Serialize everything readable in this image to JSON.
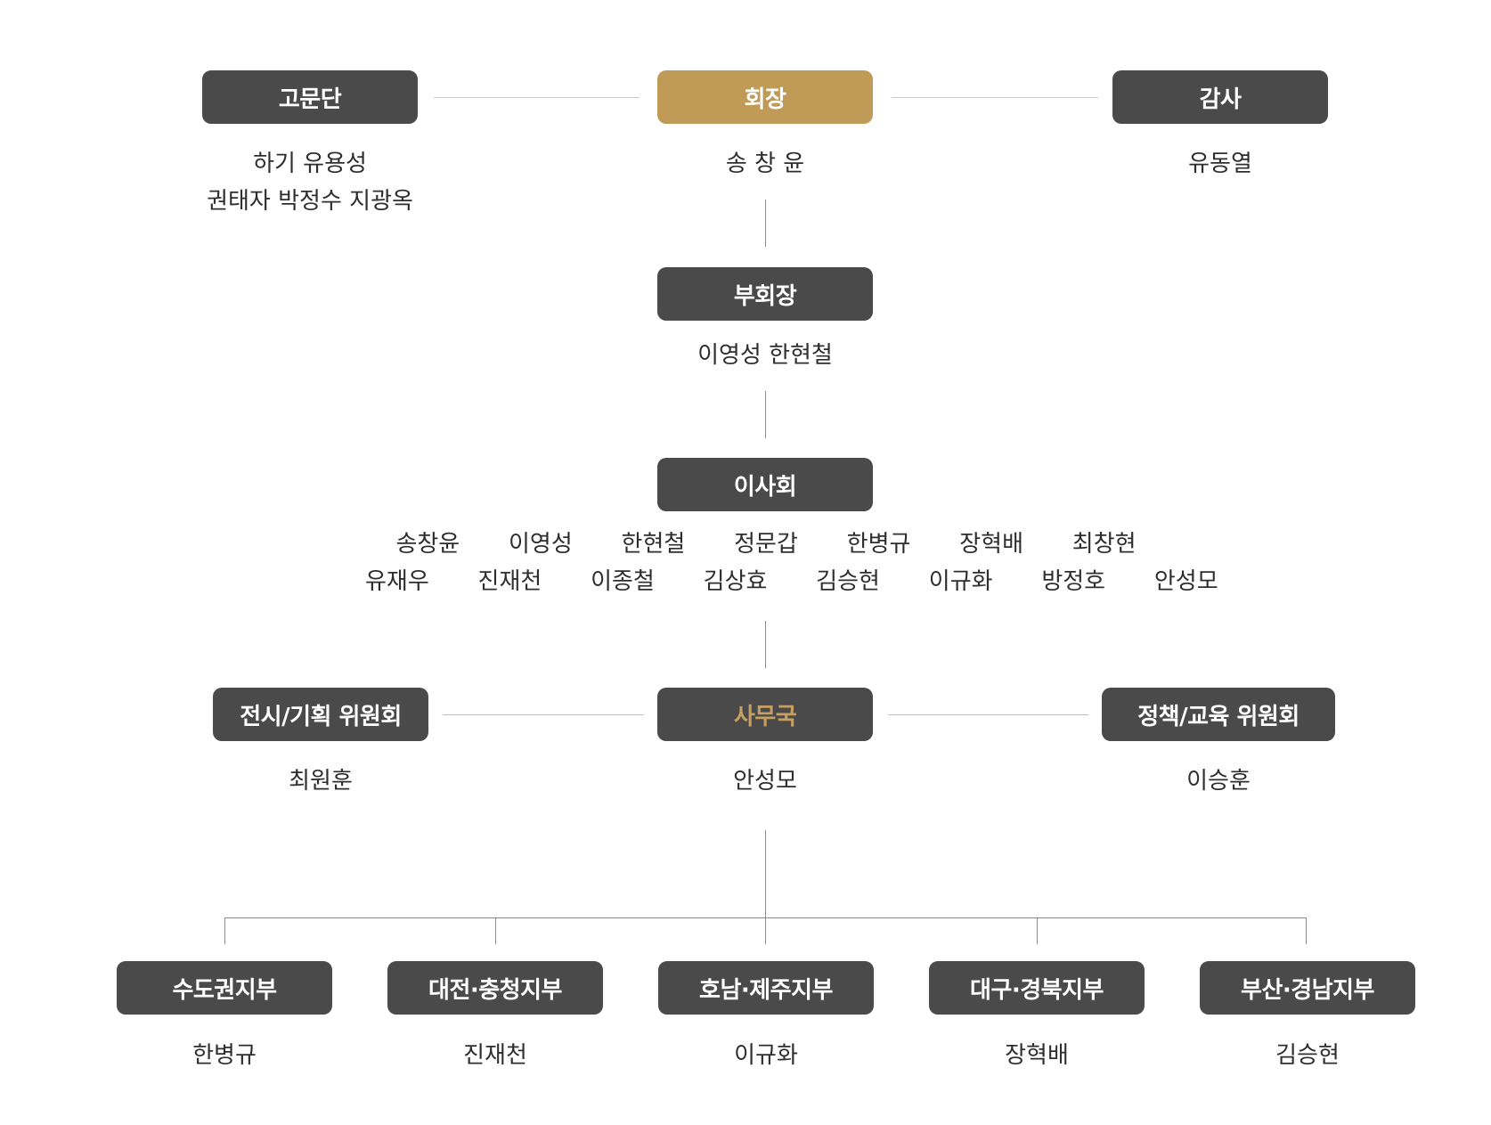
{
  "advisors": {
    "label": "고문단",
    "names_line1": "하기 유용성",
    "names_line2": "권태자 박정수 지광옥"
  },
  "president": {
    "label": "회장",
    "name": "송 창 윤"
  },
  "auditor": {
    "label": "감사",
    "name": "유동열"
  },
  "vice_president": {
    "label": "부회장",
    "names": "이영성 한현철"
  },
  "board": {
    "label": "이사회",
    "names_line1": "송창윤   이영성   한현철   정문갑   한병규   장혁배   최창현",
    "names_line2": "유재우   진재천   이종철   김상효   김승현   이규화   방정호   안성모"
  },
  "exhibition_committee": {
    "label": "전시/기획 위원회",
    "name": "최원훈"
  },
  "secretariat": {
    "label": "사무국",
    "name": "안성모"
  },
  "policy_committee": {
    "label": "정책/교육 위원회",
    "name": "이승훈"
  },
  "branches": [
    {
      "label": "수도권지부",
      "name": "한병규"
    },
    {
      "label": "대전·충청지부",
      "name": "진재천"
    },
    {
      "label": "호남·제주지부",
      "name": "이규화"
    },
    {
      "label": "대구·경북지부",
      "name": "장혁배"
    },
    {
      "label": "부산·경남지부",
      "name": "김승현"
    }
  ],
  "colors": {
    "box_dark": "#4a4a4a",
    "gold": "#c09b58",
    "secretariat_text": "#c6a063"
  }
}
